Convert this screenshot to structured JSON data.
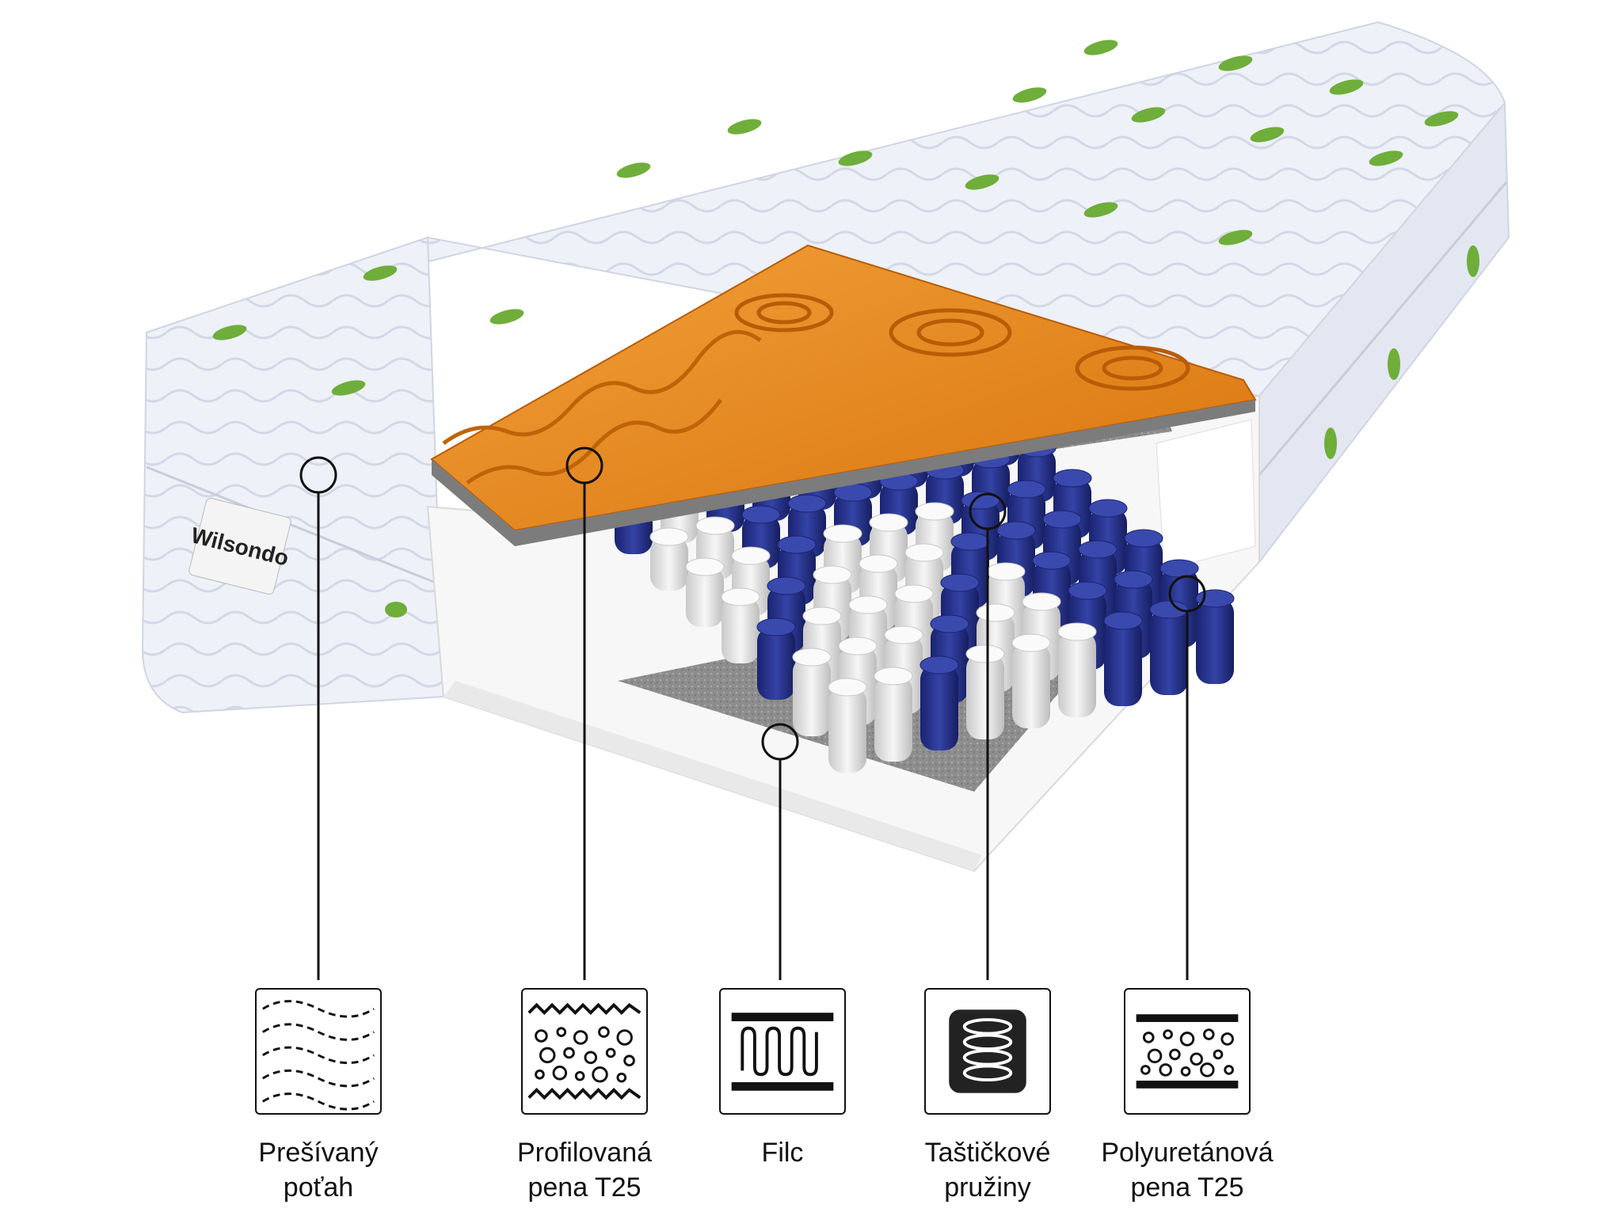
{
  "brand": {
    "label_text": "Wilsondo"
  },
  "layers": [
    {
      "id": "cover",
      "line1": "Prešívaný",
      "line2": "poťah",
      "icon": "quilted-cover-icon"
    },
    {
      "id": "profiled-foam",
      "line1": "Profilovaná",
      "line2": "pena T25",
      "icon": "profiled-foam-icon"
    },
    {
      "id": "felt",
      "line1": "Filc",
      "line2": "",
      "icon": "felt-icon"
    },
    {
      "id": "pocket-springs",
      "line1": "Taštičkové",
      "line2": "pružiny",
      "icon": "pocket-spring-icon"
    },
    {
      "id": "pu-foam",
      "line1": "Polyuretánová",
      "line2": "pena T25",
      "icon": "polyurethane-foam-icon"
    }
  ],
  "colors": {
    "cover": "#eef1f8",
    "leaf": "#6fae3a",
    "foam_orange": "#e8891a",
    "spring_blue": "#24318a",
    "spring_white": "#e6e6e6",
    "felt_gray": "#8a8a8a",
    "outline": "#111111"
  }
}
